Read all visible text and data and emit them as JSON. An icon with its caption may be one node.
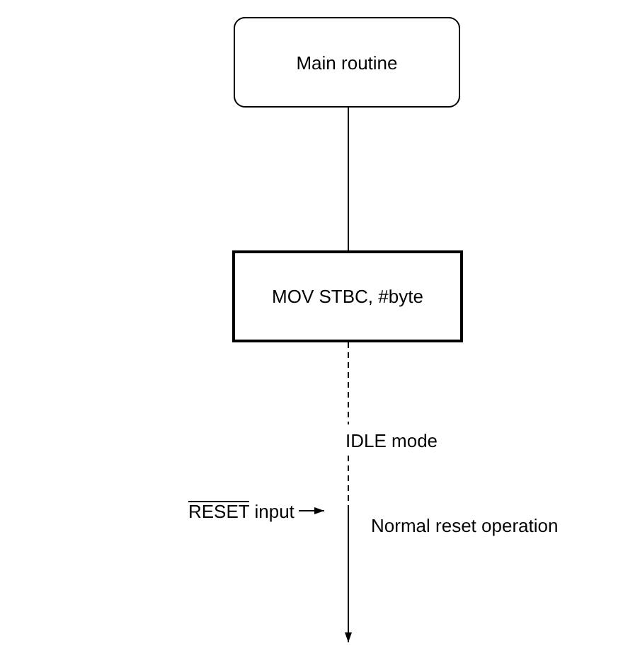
{
  "diagram": {
    "nodes": [
      {
        "text": [
          "Main routine"
        ]
      },
      {
        "text": [
          "MOV STBC, #byte"
        ]
      },
      {
        "text": [
          "IDLE mode"
        ]
      },
      {
        "text": [
          "RESET input"
        ]
      }
    ],
    "edges": [
      {
        "from": 0,
        "to": 1,
        "arrow": "none"
      },
      {
        "from": 1,
        "to": 2,
        "arrow": "none",
        "style": "dashed"
      },
      {
        "from": 2,
        "to": null,
        "arrow": "to",
        "label": "Normal reset operation",
        "style": "dashed"
      },
      {
        "from": 3,
        "to": null,
        "arrow": "to"
      }
    ]
  }
}
